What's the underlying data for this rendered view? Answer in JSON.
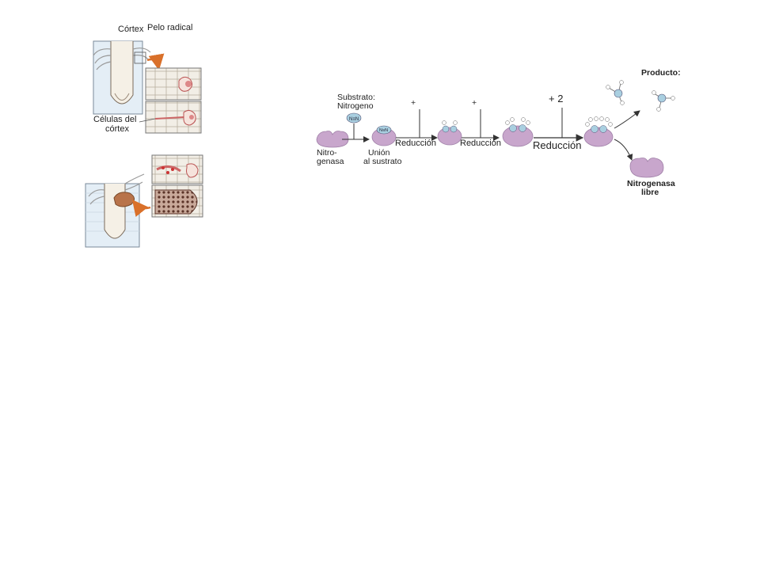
{
  "root_diagram": {
    "labels": {
      "cortex": "Córtex",
      "root_hair": "Pelo radical",
      "cortex_cells_line1": "Células del",
      "cortex_cells_line2": "córtex"
    }
  },
  "nitrogenase_diagram": {
    "substrate_line1": "Substrato:",
    "substrate_line2": "Nitrogeno",
    "enzyme_line1": "Nitro-",
    "enzyme_line2": "genasa",
    "binding_line1": "Unión",
    "binding_line2": "al sustrato",
    "reduction_1": "Reducción",
    "reduction_2": "Reducción",
    "reduction_3": "Reducción",
    "plus_1": "+",
    "plus_2": "+",
    "plus_3": "+ 2",
    "product": "Producto:",
    "free_line1": "Nitrogenasa",
    "free_line2": "libre",
    "colors": {
      "enzyme": "#c8a6cc",
      "nitrogen": "#a9cfe0",
      "arrow": "#333333",
      "root_panel": "#e4eef6",
      "nodule": "#8a5a4a"
    }
  }
}
